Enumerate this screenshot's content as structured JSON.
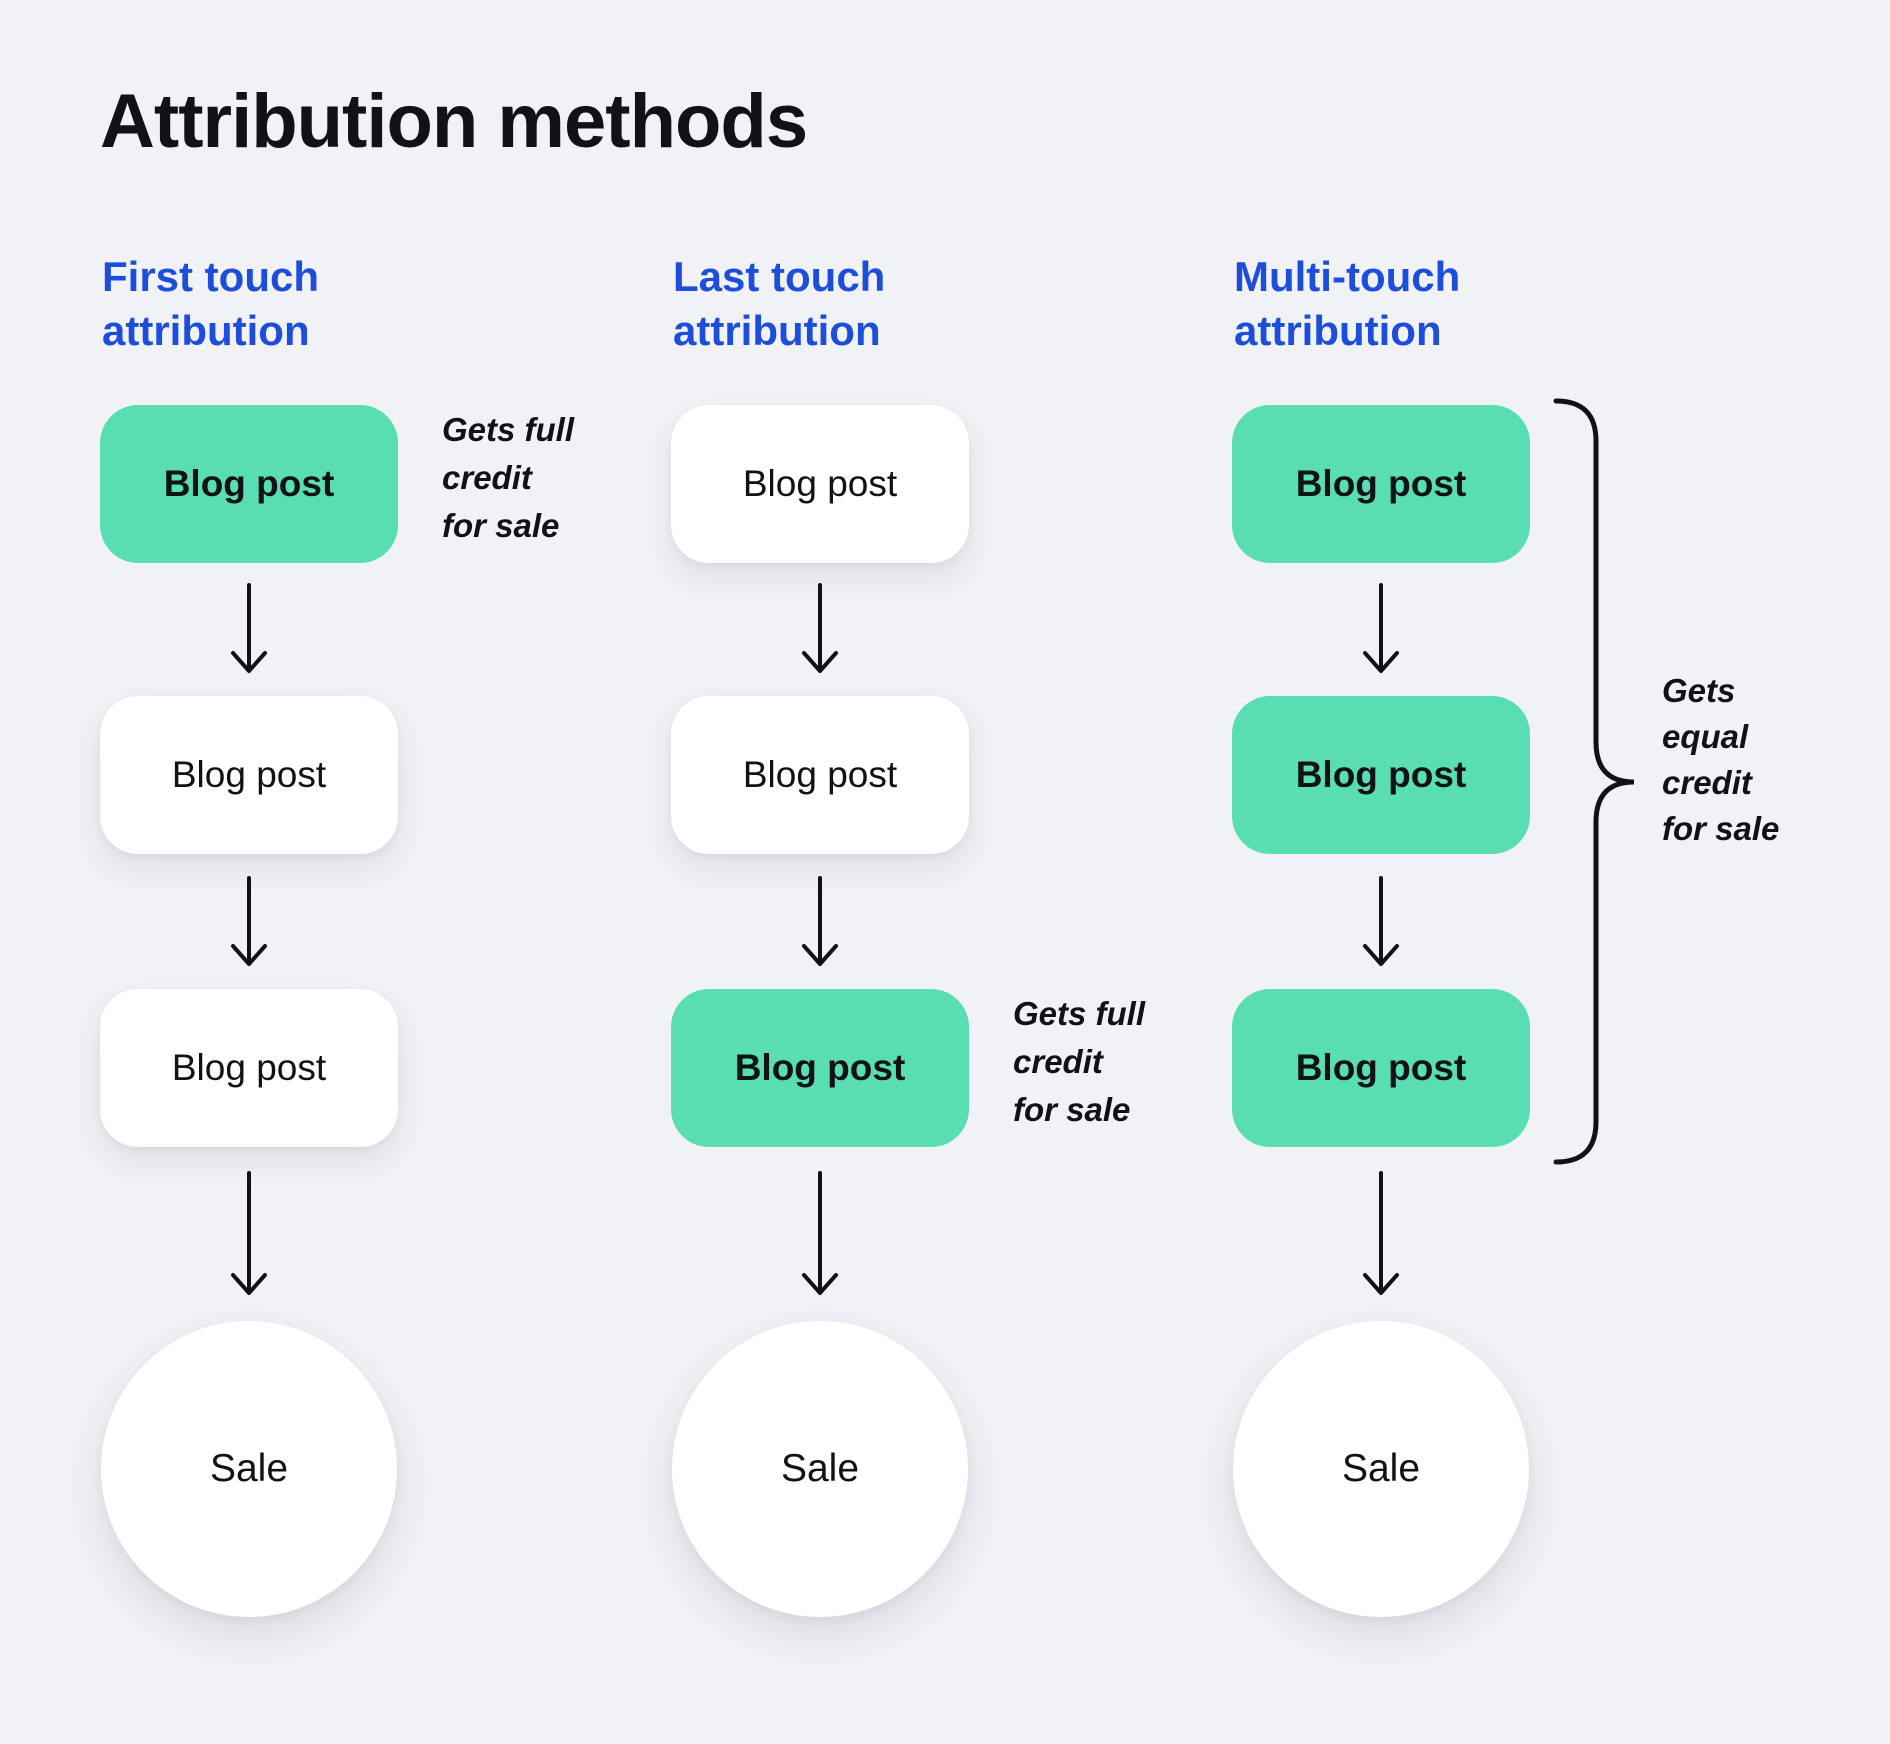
{
  "theme": {
    "background": "#F1F2F5",
    "accent_green": "#58DEB1",
    "accent_blue": "#1D4EDB",
    "text_color": "#101217",
    "card_color": "#FFFFFF"
  },
  "title": "Attribution methods",
  "columns": [
    {
      "header_line1": "First touch",
      "header_line2": "attribution",
      "nodes": [
        {
          "label": "Blog post",
          "variant": "green"
        },
        {
          "label": "Blog post",
          "variant": "white"
        },
        {
          "label": "Blog post",
          "variant": "white"
        }
      ],
      "terminal": "Sale",
      "annotation": {
        "lines": [
          "Gets full",
          "credit",
          "for sale"
        ],
        "attached_to": "node-1"
      }
    },
    {
      "header_line1": "Last touch",
      "header_line2": "attribution",
      "nodes": [
        {
          "label": "Blog post",
          "variant": "white"
        },
        {
          "label": "Blog post",
          "variant": "white"
        },
        {
          "label": "Blog post",
          "variant": "green"
        }
      ],
      "terminal": "Sale",
      "annotation": {
        "lines": [
          "Gets full",
          "credit",
          "for sale"
        ],
        "attached_to": "node-3"
      }
    },
    {
      "header_line1": "Multi-touch",
      "header_line2": "attribution",
      "nodes": [
        {
          "label": "Blog post",
          "variant": "green"
        },
        {
          "label": "Blog post",
          "variant": "green"
        },
        {
          "label": "Blog post",
          "variant": "green"
        }
      ],
      "terminal": "Sale",
      "annotation": {
        "lines": [
          "Gets",
          "equal",
          "credit",
          "for sale"
        ],
        "attached_to": "all-nodes"
      }
    }
  ]
}
